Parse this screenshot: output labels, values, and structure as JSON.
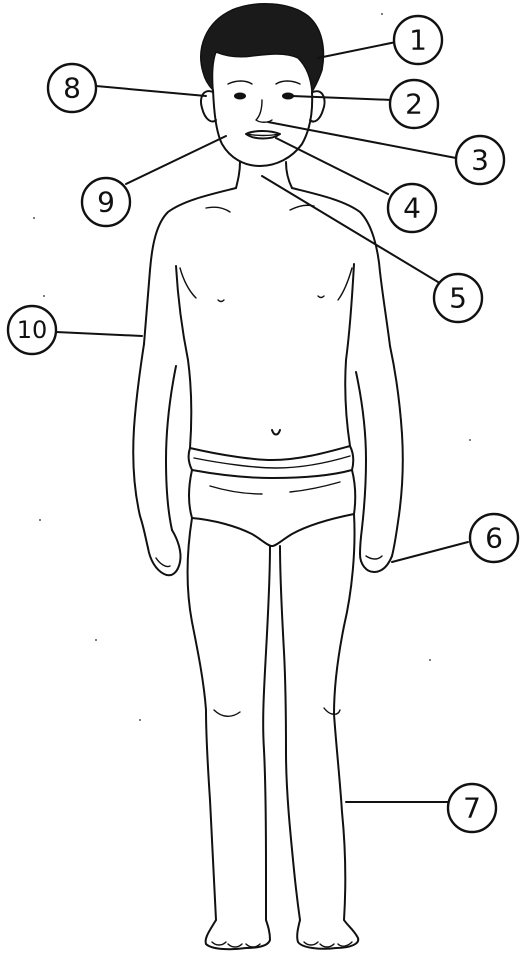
{
  "diagram": {
    "labels": [
      {
        "id": "label-1",
        "text": "1"
      },
      {
        "id": "label-2",
        "text": "2"
      },
      {
        "id": "label-3",
        "text": "3"
      },
      {
        "id": "label-4",
        "text": "4"
      },
      {
        "id": "label-5",
        "text": "5"
      },
      {
        "id": "label-6",
        "text": "6"
      },
      {
        "id": "label-7",
        "text": "7"
      },
      {
        "id": "label-8",
        "text": "8"
      },
      {
        "id": "label-9",
        "text": "9"
      },
      {
        "id": "label-10",
        "text": "10"
      }
    ],
    "colors": {
      "line": "#111111",
      "background": "#ffffff",
      "hair": "#1a1a1a"
    }
  }
}
